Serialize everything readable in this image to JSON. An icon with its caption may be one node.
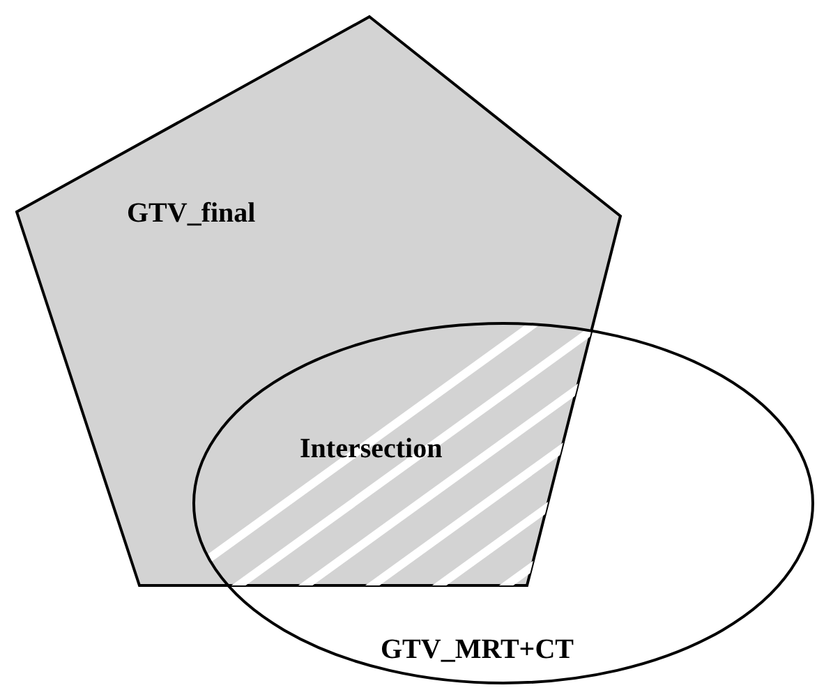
{
  "diagram": {
    "nodes": [
      {
        "text": [
          "GTV_final"
        ]
      },
      {
        "text": [
          "Intersection"
        ]
      },
      {
        "text": [
          "GTV_MRT+CT"
        ]
      }
    ]
  }
}
